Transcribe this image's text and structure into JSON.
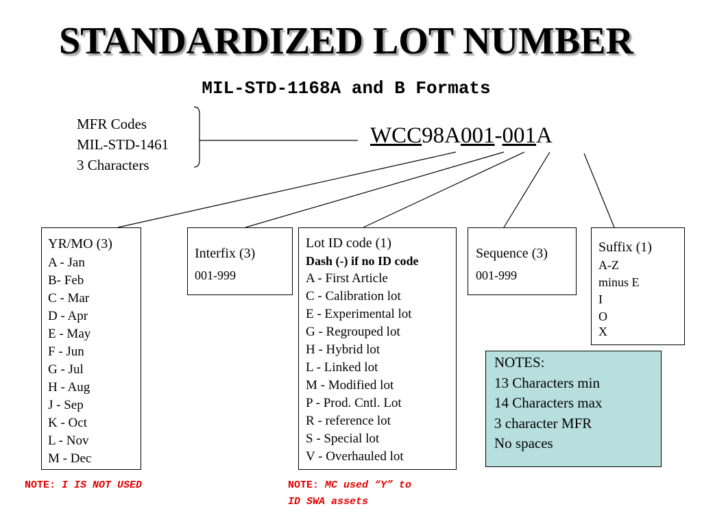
{
  "title": "STANDARDIZED LOT NUMBER",
  "subtitle": "MIL-STD-1168A and B Formats",
  "mfr_codes": [
    "MFR Codes",
    "MIL-STD-1461",
    "3 Characters"
  ],
  "lot_number": {
    "mfr": "WCC",
    "yrmo": "98A",
    "interfix": "001",
    "dash": "-",
    "sequence": "001",
    "suffix": "A"
  },
  "boxes": {
    "yrmo": {
      "title": "YR/MO (3)",
      "items": [
        "A - Jan",
        "B- Feb",
        "C - Mar",
        "D - Apr",
        "E - May",
        "F - Jun",
        "G - Jul",
        "H - Aug",
        "J - Sep",
        "K - Oct",
        "L - Nov",
        "M - Dec"
      ]
    },
    "interfix": {
      "title": "Interfix (3)",
      "range": "001-999"
    },
    "lotid": {
      "title": "Lot ID code  (1)",
      "subtitle": "Dash (-) if no ID code",
      "items": [
        "A - First Article",
        "C - Calibration lot",
        "E - Experimental lot",
        "G - Regrouped lot",
        "H - Hybrid lot",
        "L - Linked lot",
        "M - Modified lot",
        "P - Prod. Cntl. Lot",
        "R - reference lot",
        "S - Special lot",
        "V - Overhauled lot"
      ]
    },
    "sequence": {
      "title": "Sequence (3)",
      "range": "001-999"
    },
    "suffix": {
      "title": "Suffix  (1)",
      "items": [
        "A-Z",
        "minus E",
        "I",
        "O",
        "X"
      ]
    }
  },
  "notes": {
    "title": "NOTES:",
    "items": [
      "13 Characters min",
      "14 Characters max",
      "3 character MFR",
      "No spaces"
    ]
  },
  "note_left": {
    "prefix": "NOTE: ",
    "text": "I  IS NOT USED"
  },
  "note_center": {
    "prefix": "NOTE: ",
    "line1": "MC used “Y” to",
    "line2": "ID SWA assets"
  },
  "colors": {
    "notes_bg": "#b8dfe0",
    "note_text": "#e00000"
  }
}
